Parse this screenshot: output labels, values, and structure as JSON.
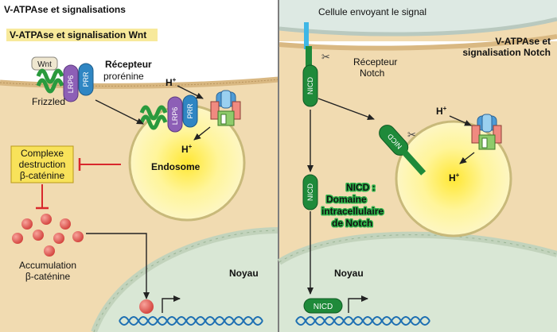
{
  "panel_title": "V-ATPAse et signalisations",
  "wnt_panel": {
    "heading": "V-ATPAse et signalisation Wnt",
    "wnt_label": "Wnt",
    "lrp6_label": "LRP6",
    "prr_label": "PRR",
    "frizzled_label": "Frizzled",
    "receptor_label_line1": "Récepteur",
    "receptor_label_line2": "prorénine",
    "proton_top": "H",
    "proton_bottom": "H",
    "proton_sup": "+",
    "endosome_label": "Endosome",
    "complex_line1": "Complexe",
    "complex_line2": "destruction",
    "complex_line3": "β-caténine",
    "accumulation_line1": "Accumulation",
    "accumulation_line2": "β-caténine",
    "nucleus_label": "Noyau"
  },
  "notch_panel": {
    "sender_label": "Cellule envoyant le signal",
    "heading_line1": "V-ATPAse et",
    "heading_line2": "signalisation Notch",
    "receptor_line1": "Récepteur",
    "receptor_line2": "Notch",
    "nicd_label": "NICD",
    "nicd_def_line1": "NICD :",
    "nicd_def_line2": "Domaine",
    "nicd_def_line3": "intracellulaire",
    "nicd_def_line4": "de Notch",
    "proton_top": "H",
    "proton_bottom": "H",
    "proton_sup": "+",
    "nucleus_label": "Noyau"
  },
  "colors": {
    "cytoplasm": "#f1dbb1",
    "membrane": "#d9b882",
    "nucleus": "#d9e7d5",
    "sender_cell": "#dde9e3",
    "notch_heading": "#1aa64a",
    "inhibit_red": "#d8282c",
    "complex_box": "#f8e25a",
    "beta_catenin": "#e35d55",
    "nicd_green": "#1f8a3a"
  }
}
